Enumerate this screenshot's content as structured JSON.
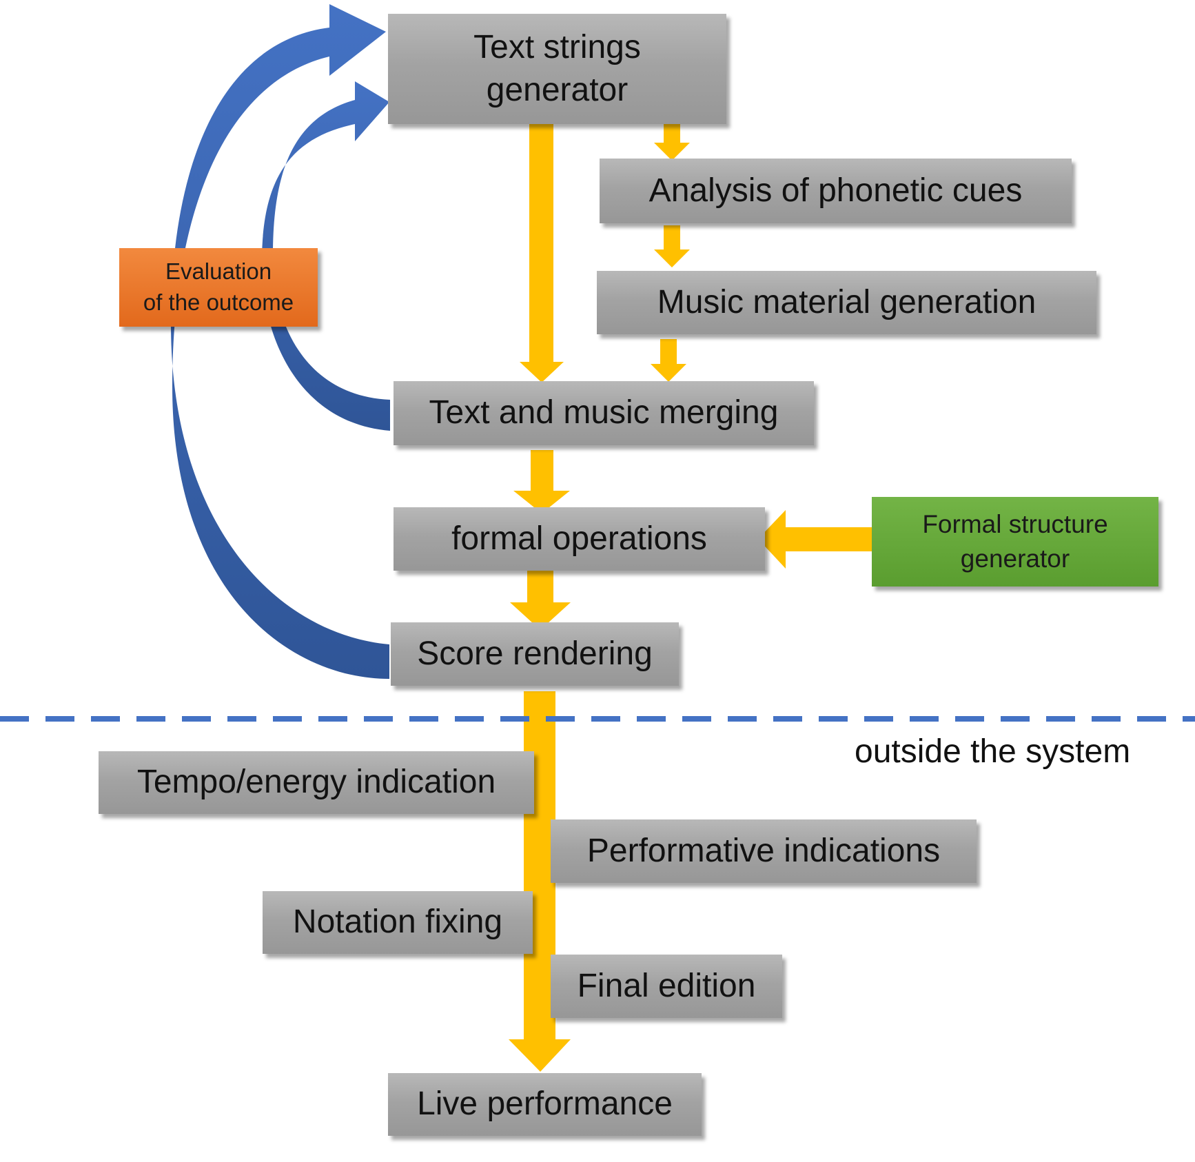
{
  "colors": {
    "flow_arrow": "#FFC000",
    "feedback_arrow": "#3B5FA8",
    "boundary_line": "#4472C4",
    "step_box": "#A6A6A6",
    "evaluation_box": "#ED7D31",
    "structure_box": "#70AD47"
  },
  "nodes": {
    "text_strings_generator": {
      "line1": "Text strings",
      "line2": "generator"
    },
    "phonetic_analysis": "Analysis of phonetic cues",
    "music_material": "Music material generation",
    "merging": "Text and music merging",
    "formal_operations": "formal operations",
    "score_rendering": "Score rendering",
    "evaluation": {
      "line1": "Evaluation",
      "line2": "of the outcome"
    },
    "formal_structure": {
      "line1": "Formal structure",
      "line2": "generator"
    },
    "tempo": "Tempo/energy indication",
    "performative": "Performative indications",
    "notation": "Notation fixing",
    "final_edition": "Final edition",
    "live_performance": "Live performance"
  },
  "boundary_label": "outside the system"
}
